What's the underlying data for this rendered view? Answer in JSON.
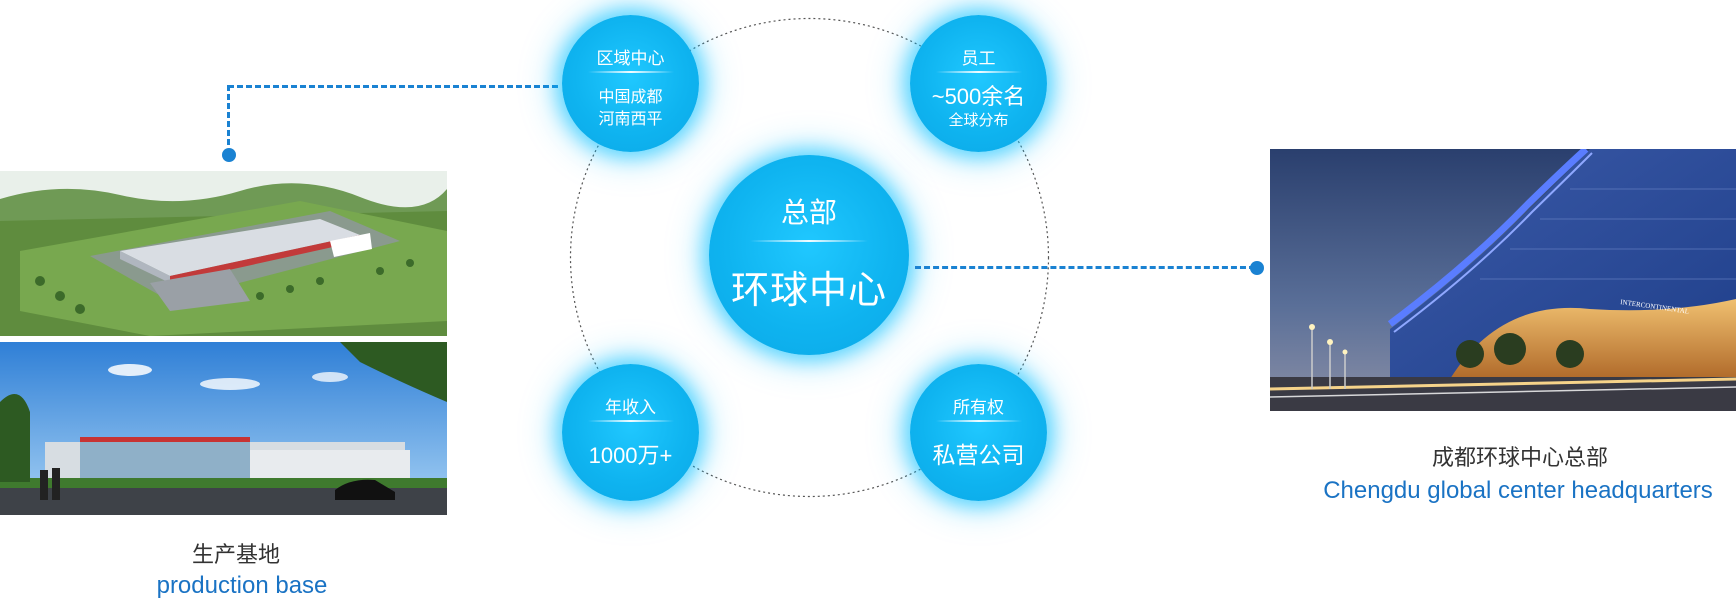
{
  "production": {
    "caption_cn": "生产基地",
    "caption_en": "production base"
  },
  "headquarters": {
    "caption_cn": "成都环球中心总部",
    "caption_en": "Chengdu global center headquarters",
    "photo_sign_text": "INTERCONTINENTAL"
  },
  "center": {
    "title": "总部",
    "value": "环球中心"
  },
  "bubbles": {
    "region": {
      "title": "区域中心",
      "line1": "中国成都",
      "line2": "河南西平"
    },
    "staff": {
      "title": "员工",
      "value": "~500余名",
      "sub": "全球分布"
    },
    "revenue": {
      "title": "年收入",
      "value": "1000万+"
    },
    "ownership": {
      "title": "所有权",
      "value": "私营公司"
    }
  },
  "colors": {
    "bubble": "#0fb4f0",
    "connector": "#1a82d2",
    "english_caption": "#1a73c4"
  }
}
